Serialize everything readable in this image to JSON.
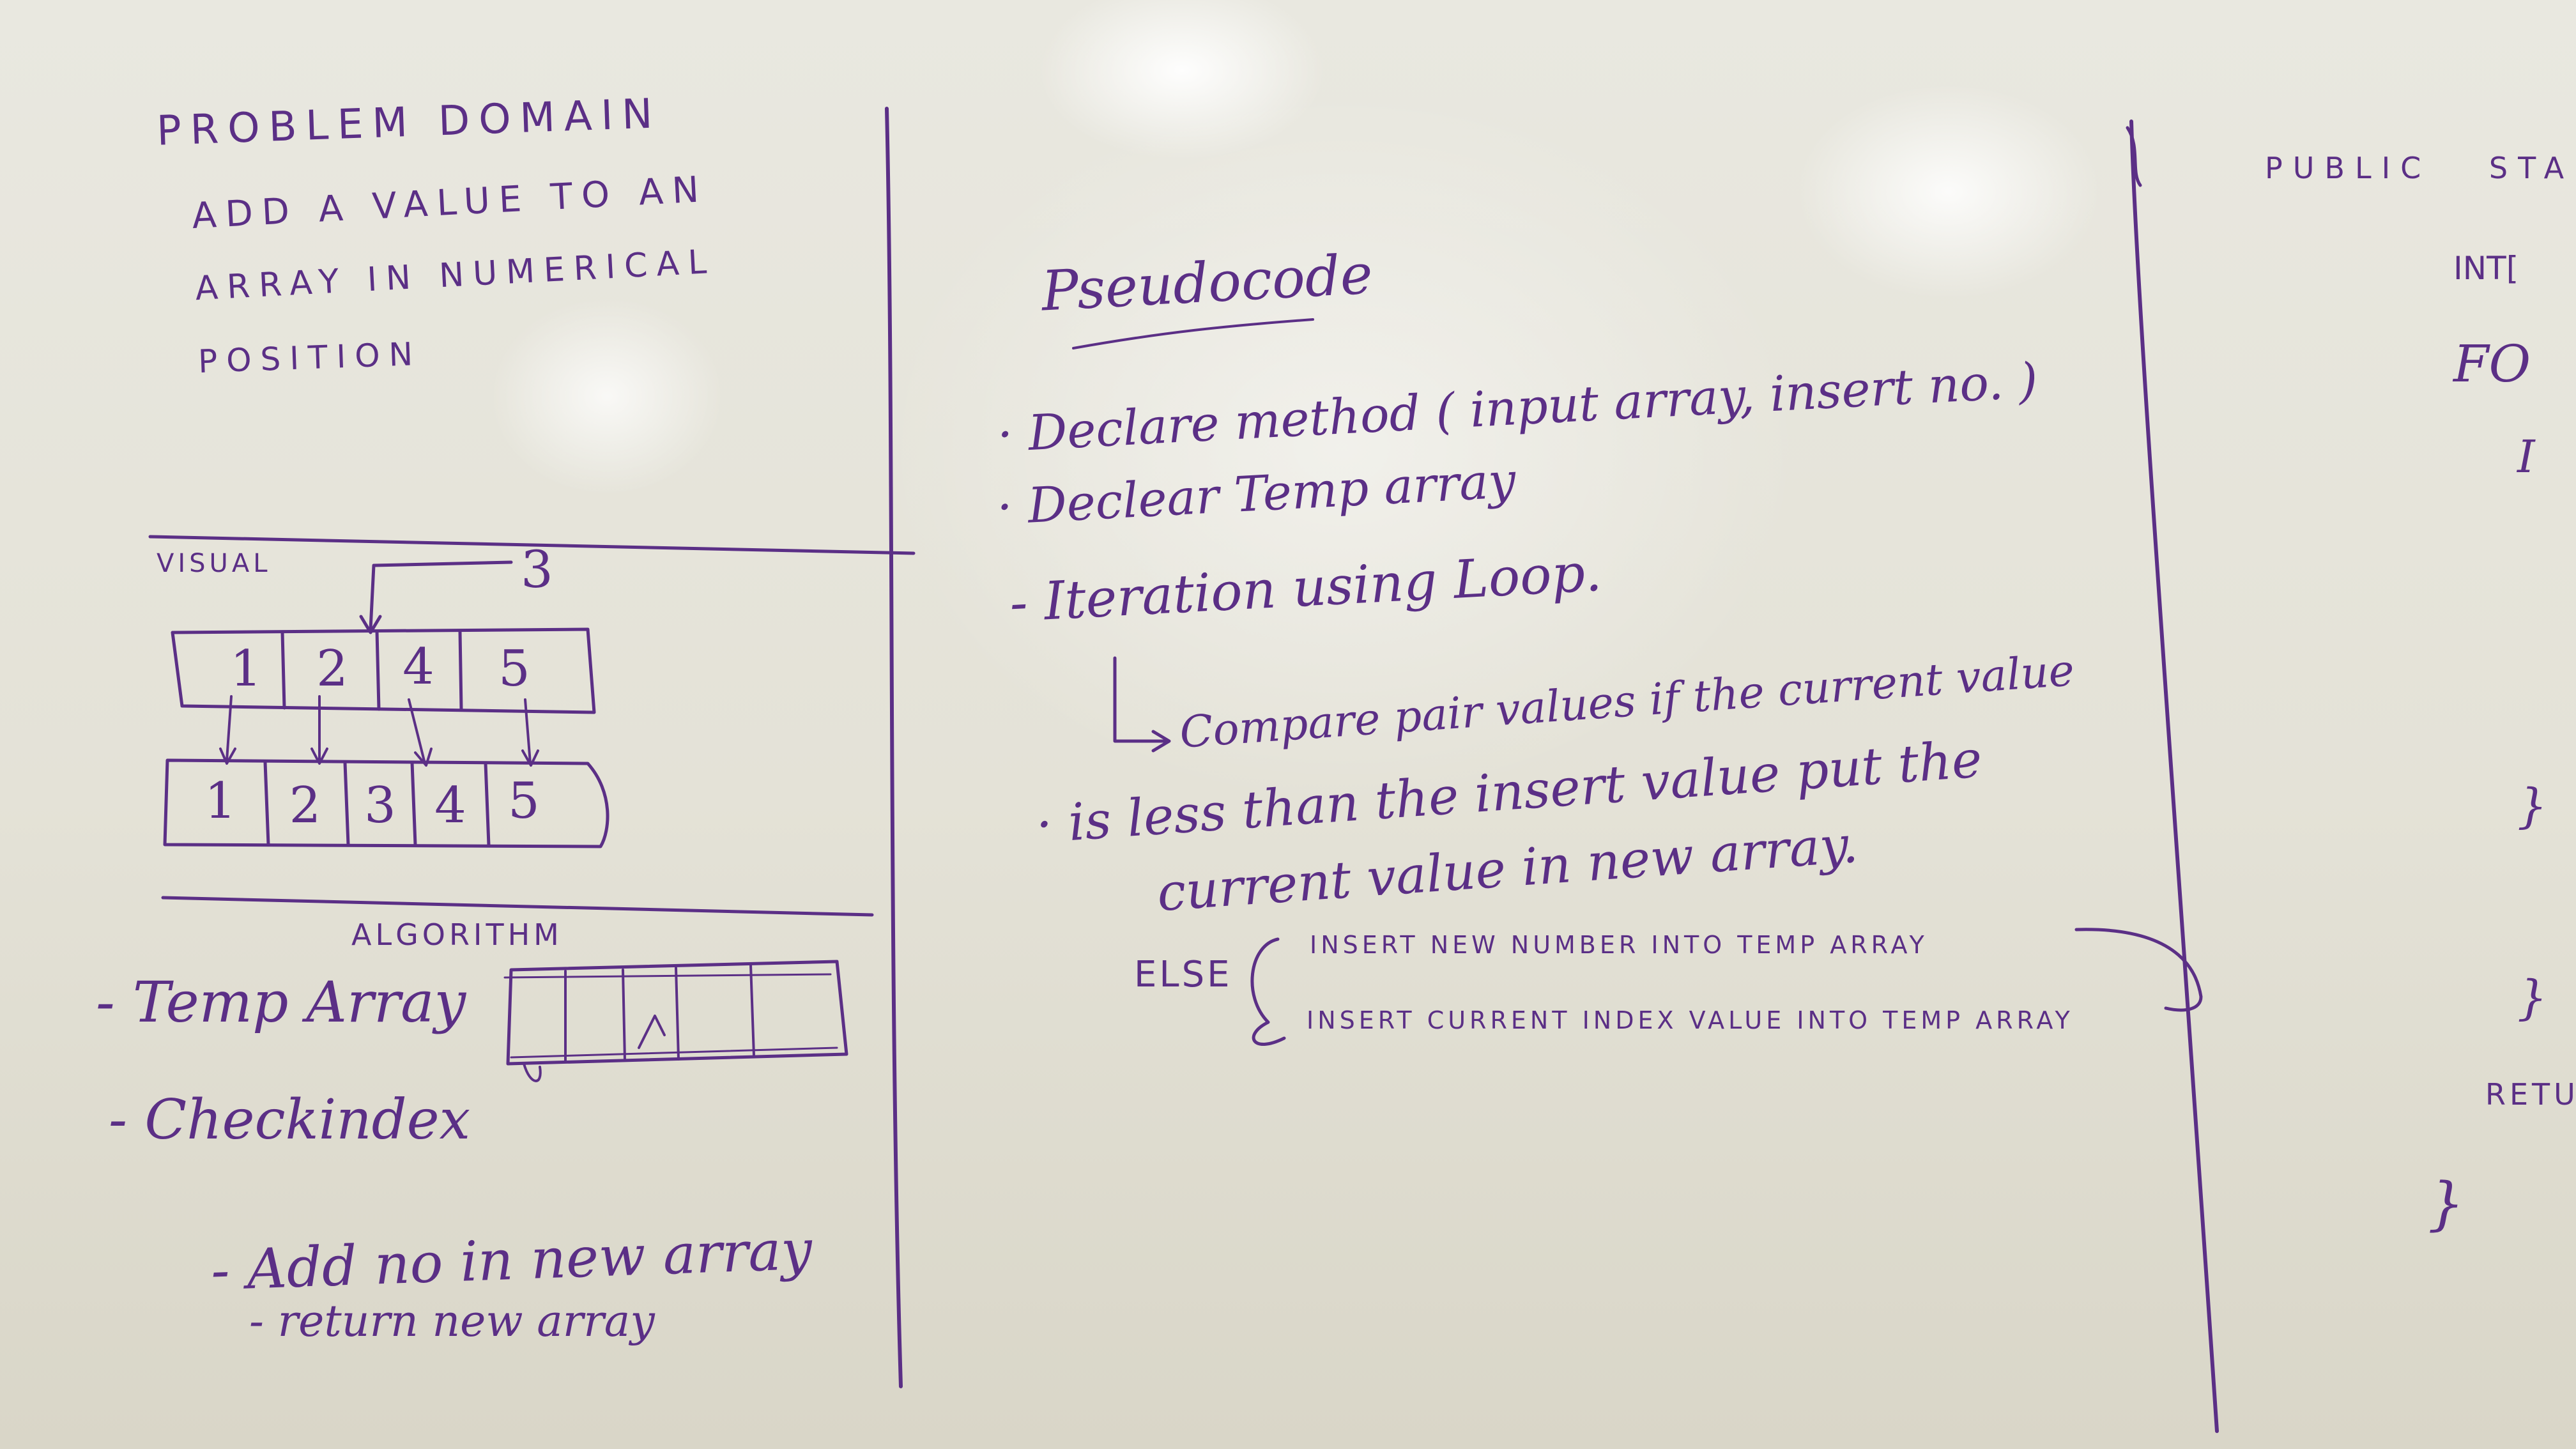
{
  "photo": "whiteboard",
  "problem_domain": {
    "title": "PROBLEM DOMAIN",
    "lines": [
      "ADD A VALUE TO AN",
      "ARRAY IN NUMERICAL",
      "POSITION"
    ]
  },
  "visual": {
    "label": "VISUAL",
    "insert_value": "3",
    "input_array": [
      "1",
      "2",
      "4",
      "5"
    ],
    "output_array": [
      "1",
      "2",
      "3",
      "4",
      "5"
    ]
  },
  "algorithm": {
    "title": "ALGORITHM",
    "steps": [
      "- Temp Array",
      "- Checkindex",
      "- Add no in new array",
      "- return new array"
    ]
  },
  "pseudocode": {
    "title": "Pseudocode",
    "lines": [
      "· Declare method ( input array, insert no. )",
      "· Declear Temp array",
      "- Iteration using Loop.",
      "Compare pair values if the current value",
      "· is less than the insert value put the",
      "current value in new array."
    ],
    "else_label": "ELSE",
    "else_lines": [
      "INSERT NEW NUMBER INTO TEMP ARRAY",
      "INSERT CURRENT INDEX VALUE INTO TEMP ARRAY"
    ]
  },
  "code": {
    "line1": "PUBLIC STA",
    "fragments": [
      "INT[",
      "FO",
      "I",
      "}",
      "}",
      "RETU",
      "}"
    ]
  }
}
